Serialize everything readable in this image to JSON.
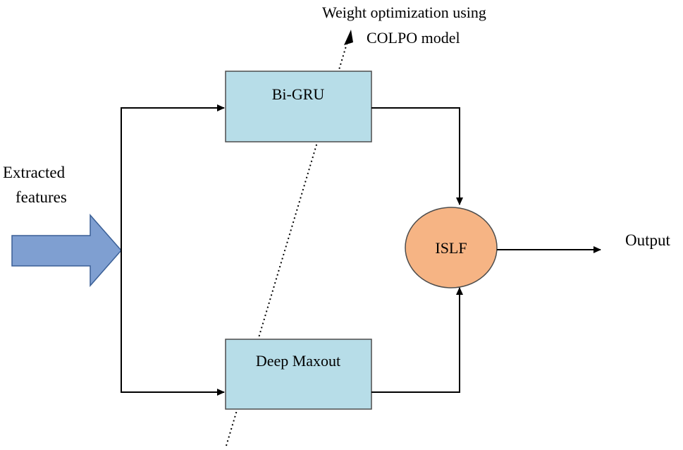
{
  "diagram": {
    "input": {
      "label_line1": "Extracted",
      "label_line2": "features"
    },
    "nodes": {
      "bigru": {
        "label": "Bi-GRU"
      },
      "maxout": {
        "label": "Deep Maxout"
      },
      "islf": {
        "label": "ISLF"
      }
    },
    "output": {
      "label": "Output"
    },
    "annotation": {
      "line1": "Weight optimization using",
      "line2": "COLPO model"
    },
    "colors": {
      "box_fill": "#b7dde8",
      "box_stroke": "#4d4d4d",
      "ellipse_fill": "#f6b484",
      "ellipse_stroke": "#4d4d4d",
      "input_arrow_fill": "#7f9fd1",
      "input_arrow_stroke": "#3a5f96",
      "line": "#000000"
    }
  }
}
